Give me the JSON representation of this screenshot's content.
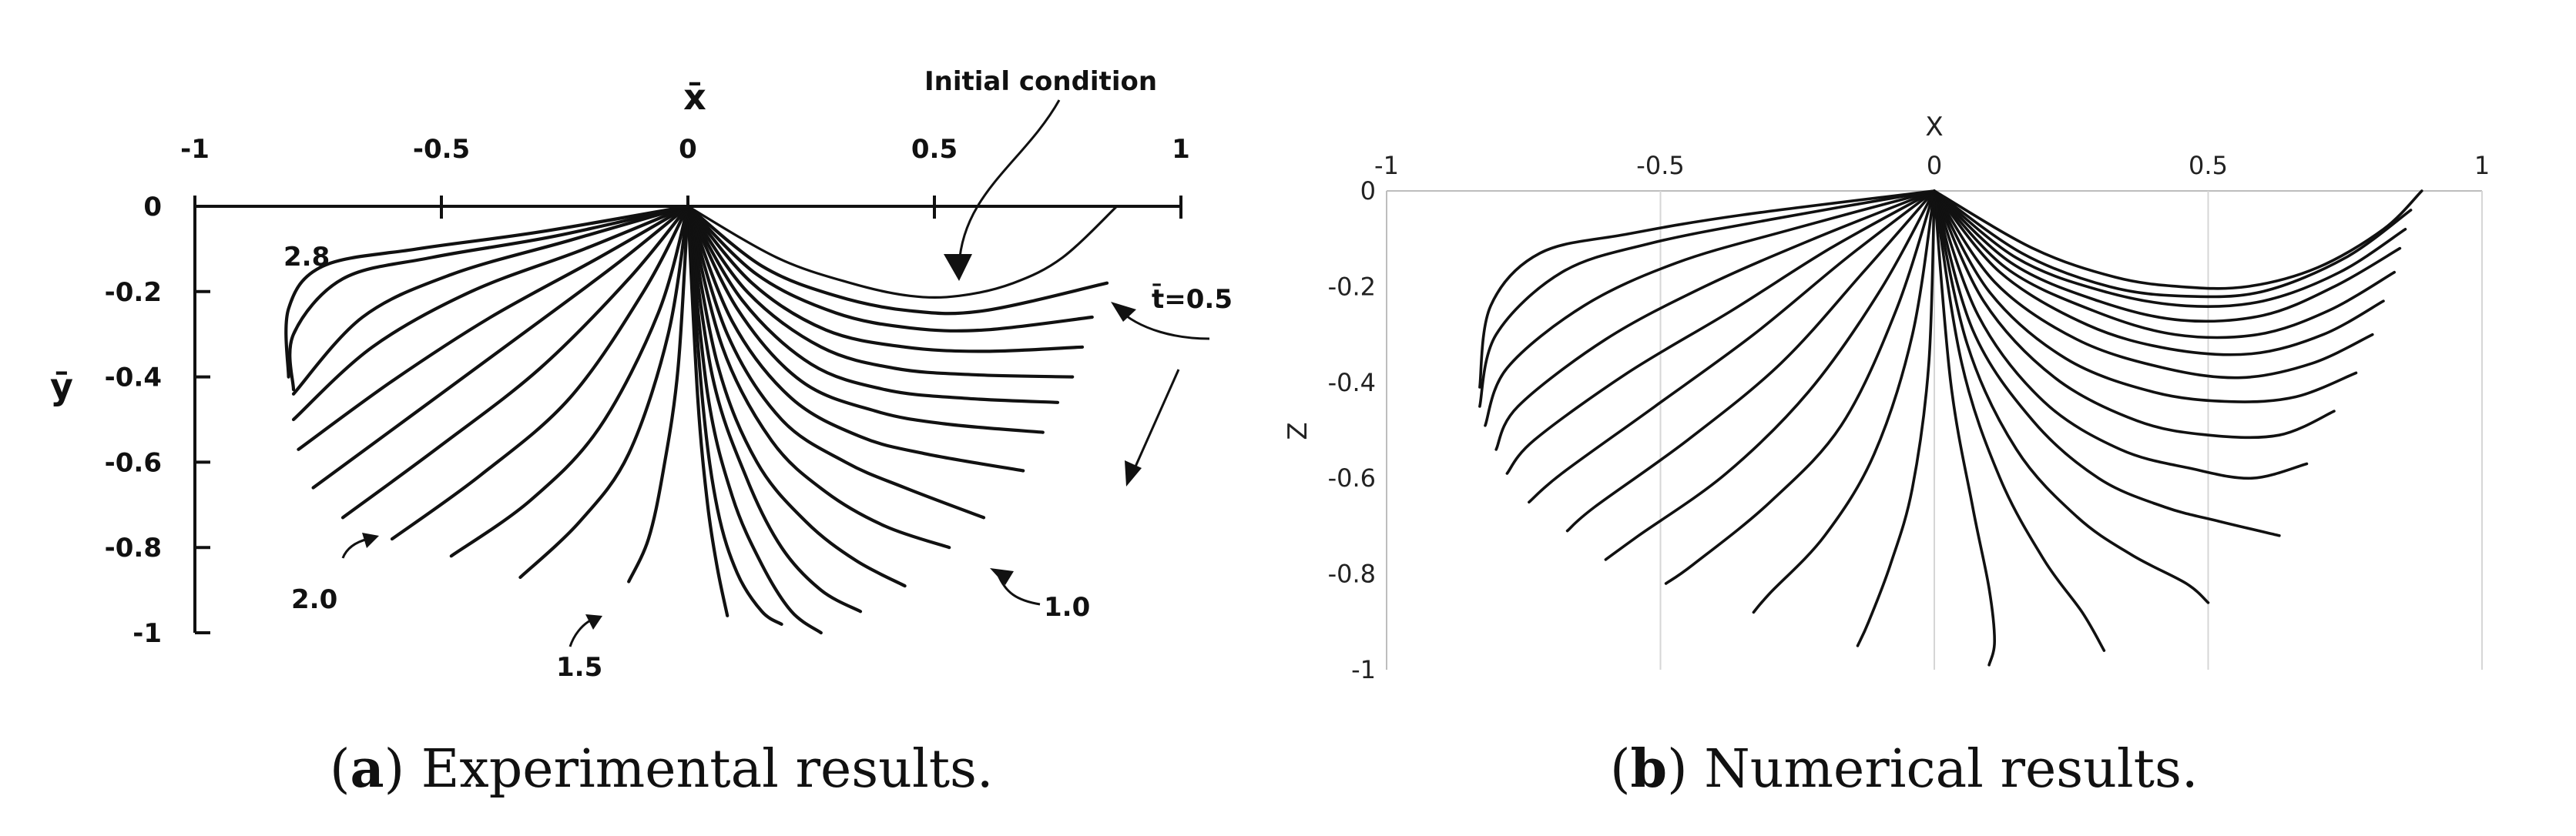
{
  "captions": {
    "a": {
      "tag": "a",
      "text": "Experimental results."
    },
    "b": {
      "tag": "b",
      "text": "Numerical results."
    }
  },
  "chart_data": [
    {
      "type": "line",
      "panel": "a",
      "xlabel": "x̄",
      "ylabel": "ȳ",
      "xlim": [
        -1,
        1
      ],
      "ylim": [
        -1,
        0
      ],
      "xticks": [
        "-1",
        "-0.5",
        "0",
        "0.5",
        "1"
      ],
      "yticks": [
        "0",
        "-0.2",
        "-0.4",
        "-0.6",
        "-0.8",
        "-1"
      ],
      "annotations": [
        "Initial condition",
        "t̄=0.5",
        "1.0",
        "1.5",
        "2.0",
        "2.8"
      ],
      "curves_desc": "Free-surface profiles fanning out from the origin; successive curves from t=0 (initial) to t=2.8",
      "curves": [
        {
          "x": [
            0,
            0.18,
            0.33,
            0.45,
            0.55,
            0.66,
            0.76,
            0.87
          ],
          "y": [
            0,
            -0.12,
            -0.18,
            -0.21,
            -0.21,
            -0.18,
            -0.12,
            0
          ]
        },
        {
          "x": [
            0,
            0.15,
            0.3,
            0.45,
            0.6,
            0.85
          ],
          "y": [
            0,
            -0.14,
            -0.21,
            -0.245,
            -0.245,
            -0.18
          ]
        },
        {
          "x": [
            0,
            0.14,
            0.3,
            0.45,
            0.6,
            0.82
          ],
          "y": [
            0,
            -0.16,
            -0.25,
            -0.285,
            -0.29,
            -0.26
          ]
        },
        {
          "x": [
            0,
            0.13,
            0.28,
            0.44,
            0.6,
            0.8
          ],
          "y": [
            0,
            -0.18,
            -0.29,
            -0.33,
            -0.34,
            -0.33
          ]
        },
        {
          "x": [
            0,
            0.12,
            0.27,
            0.42,
            0.58,
            0.78
          ],
          "y": [
            0,
            -0.2,
            -0.33,
            -0.38,
            -0.395,
            -0.4
          ]
        },
        {
          "x": [
            0,
            0.11,
            0.25,
            0.4,
            0.56,
            0.75
          ],
          "y": [
            0,
            -0.22,
            -0.37,
            -0.43,
            -0.45,
            -0.46
          ]
        },
        {
          "x": [
            0,
            0.1,
            0.23,
            0.38,
            0.52,
            0.72
          ],
          "y": [
            0,
            -0.24,
            -0.41,
            -0.48,
            -0.51,
            -0.53
          ]
        },
        {
          "x": [
            0,
            0.09,
            0.21,
            0.35,
            0.48,
            0.68
          ],
          "y": [
            0,
            -0.27,
            -0.45,
            -0.54,
            -0.58,
            -0.62
          ]
        },
        {
          "x": [
            0,
            0.08,
            0.19,
            0.32,
            0.44,
            0.6
          ],
          "y": [
            0,
            -0.3,
            -0.5,
            -0.6,
            -0.66,
            -0.73
          ]
        },
        {
          "x": [
            0,
            0.07,
            0.17,
            0.28,
            0.4,
            0.53
          ],
          "y": [
            0,
            -0.33,
            -0.55,
            -0.67,
            -0.75,
            -0.8
          ]
        },
        {
          "x": [
            0,
            0.06,
            0.14,
            0.24,
            0.34,
            0.44
          ],
          "y": [
            0,
            -0.37,
            -0.6,
            -0.74,
            -0.83,
            -0.89
          ]
        },
        {
          "x": [
            0,
            0.05,
            0.12,
            0.19,
            0.27,
            0.35
          ],
          "y": [
            0,
            -0.4,
            -0.64,
            -0.8,
            -0.9,
            -0.95
          ]
        },
        {
          "x": [
            0,
            0.04,
            0.09,
            0.15,
            0.21,
            0.27
          ],
          "y": [
            0,
            -0.44,
            -0.68,
            -0.84,
            -0.95,
            -1.0
          ]
        },
        {
          "x": [
            0,
            0.03,
            0.06,
            0.1,
            0.15,
            0.19
          ],
          "y": [
            0,
            -0.46,
            -0.71,
            -0.86,
            -0.95,
            -0.98
          ]
        },
        {
          "x": [
            0,
            0.02,
            0.04,
            0.06,
            0.08
          ],
          "y": [
            0,
            -0.45,
            -0.7,
            -0.85,
            -0.96
          ]
        },
        {
          "x": [
            0,
            -0.02,
            -0.05,
            -0.08,
            -0.12
          ],
          "y": [
            0,
            -0.38,
            -0.62,
            -0.78,
            -0.88
          ]
        },
        {
          "x": [
            0,
            -0.04,
            -0.12,
            -0.22,
            -0.34
          ],
          "y": [
            0,
            -0.3,
            -0.58,
            -0.74,
            -0.87
          ]
        },
        {
          "x": [
            0,
            -0.06,
            -0.18,
            -0.32,
            -0.48
          ],
          "y": [
            0,
            -0.25,
            -0.52,
            -0.69,
            -0.82
          ]
        },
        {
          "x": [
            0,
            -0.09,
            -0.24,
            -0.42,
            -0.6
          ],
          "y": [
            0,
            -0.2,
            -0.45,
            -0.63,
            -0.78
          ]
        },
        {
          "x": [
            0,
            -0.12,
            -0.3,
            -0.5,
            -0.7
          ],
          "y": [
            0,
            -0.17,
            -0.38,
            -0.56,
            -0.73
          ]
        },
        {
          "x": [
            0,
            -0.15,
            -0.36,
            -0.56,
            -0.76
          ],
          "y": [
            0,
            -0.14,
            -0.32,
            -0.49,
            -0.66
          ]
        },
        {
          "x": [
            0,
            -0.18,
            -0.4,
            -0.6,
            -0.79
          ],
          "y": [
            0,
            -0.12,
            -0.26,
            -0.41,
            -0.57
          ]
        },
        {
          "x": [
            0,
            -0.21,
            -0.44,
            -0.64,
            -0.8
          ],
          "y": [
            0,
            -0.1,
            -0.2,
            -0.33,
            -0.5
          ]
        },
        {
          "x": [
            0,
            -0.24,
            -0.48,
            -0.66,
            -0.8
          ],
          "y": [
            0,
            -0.08,
            -0.16,
            -0.26,
            -0.44
          ]
        },
        {
          "x": [
            0,
            -0.27,
            -0.52,
            -0.7,
            -0.8,
            -0.8
          ],
          "y": [
            0,
            -0.07,
            -0.12,
            -0.17,
            -0.3,
            -0.43
          ]
        },
        {
          "x": [
            0,
            -0.3,
            -0.55,
            -0.74,
            -0.81,
            -0.81
          ],
          "y": [
            0,
            -0.06,
            -0.1,
            -0.14,
            -0.24,
            -0.4
          ]
        }
      ]
    },
    {
      "type": "line",
      "panel": "b",
      "xlabel": "X",
      "ylabel": "Z",
      "xlim": [
        -1,
        1
      ],
      "ylim": [
        -1,
        0
      ],
      "xticks": [
        "-1",
        "-0.5",
        "0",
        "0.5",
        "1"
      ],
      "yticks": [
        "0",
        "-0.2",
        "-0.4",
        "-0.6",
        "-0.8",
        "-1"
      ],
      "grid": "vertical lines at x ticks",
      "curves": [
        {
          "x": [
            0,
            0.18,
            0.33,
            0.45,
            0.57,
            0.7,
            0.82,
            0.89
          ],
          "y": [
            0,
            -0.12,
            -0.18,
            -0.2,
            -0.2,
            -0.16,
            -0.08,
            0
          ]
        },
        {
          "x": [
            0,
            0.16,
            0.32,
            0.46,
            0.6,
            0.75,
            0.87
          ],
          "y": [
            0,
            -0.13,
            -0.2,
            -0.22,
            -0.21,
            -0.14,
            -0.04
          ]
        },
        {
          "x": [
            0,
            0.15,
            0.31,
            0.46,
            0.6,
            0.74,
            0.86
          ],
          "y": [
            0,
            -0.14,
            -0.21,
            -0.24,
            -0.23,
            -0.17,
            -0.08
          ]
        },
        {
          "x": [
            0,
            0.14,
            0.3,
            0.45,
            0.6,
            0.73,
            0.85
          ],
          "y": [
            0,
            -0.15,
            -0.23,
            -0.27,
            -0.26,
            -0.2,
            -0.12
          ]
        },
        {
          "x": [
            0,
            0.13,
            0.29,
            0.44,
            0.59,
            0.72,
            0.84
          ],
          "y": [
            0,
            -0.16,
            -0.25,
            -0.3,
            -0.3,
            -0.25,
            -0.17
          ]
        },
        {
          "x": [
            0,
            0.12,
            0.28,
            0.43,
            0.58,
            0.71,
            0.82
          ],
          "y": [
            0,
            -0.17,
            -0.28,
            -0.33,
            -0.34,
            -0.3,
            -0.23
          ]
        },
        {
          "x": [
            0,
            0.11,
            0.26,
            0.42,
            0.56,
            0.69,
            0.8
          ],
          "y": [
            0,
            -0.19,
            -0.31,
            -0.37,
            -0.39,
            -0.36,
            -0.3
          ]
        },
        {
          "x": [
            0,
            0.1,
            0.24,
            0.4,
            0.54,
            0.66,
            0.77
          ],
          "y": [
            0,
            -0.21,
            -0.35,
            -0.42,
            -0.44,
            -0.43,
            -0.38
          ]
        },
        {
          "x": [
            0,
            0.09,
            0.22,
            0.37,
            0.5,
            0.63,
            0.73
          ],
          "y": [
            0,
            -0.23,
            -0.39,
            -0.48,
            -0.51,
            -0.51,
            -0.46
          ]
        },
        {
          "x": [
            0,
            0.08,
            0.2,
            0.34,
            0.47,
            0.58,
            0.68
          ],
          "y": [
            0,
            -0.26,
            -0.44,
            -0.54,
            -0.58,
            -0.6,
            -0.57
          ]
        },
        {
          "x": [
            0,
            0.07,
            0.18,
            0.3,
            0.42,
            0.52,
            0.63
          ],
          "y": [
            0,
            -0.29,
            -0.48,
            -0.6,
            -0.66,
            -0.69,
            -0.72
          ]
        },
        {
          "x": [
            0,
            0.06,
            0.15,
            0.26,
            0.36,
            0.46,
            0.5
          ],
          "y": [
            0,
            -0.32,
            -0.54,
            -0.68,
            -0.76,
            -0.82,
            -0.86
          ]
        },
        {
          "x": [
            0,
            0.05,
            0.12,
            0.2,
            0.27,
            0.31
          ],
          "y": [
            0,
            -0.36,
            -0.6,
            -0.77,
            -0.88,
            -0.96
          ]
        },
        {
          "x": [
            0,
            0.03,
            0.07,
            0.1,
            0.11,
            0.1
          ],
          "y": [
            0,
            -0.4,
            -0.66,
            -0.83,
            -0.94,
            -0.99
          ]
        },
        {
          "x": [
            0,
            -0.01,
            -0.04,
            -0.08,
            -0.12,
            -0.14
          ],
          "y": [
            0,
            -0.36,
            -0.62,
            -0.78,
            -0.9,
            -0.95
          ]
        },
        {
          "x": [
            0,
            -0.04,
            -0.11,
            -0.2,
            -0.3,
            -0.33
          ],
          "y": [
            0,
            -0.3,
            -0.55,
            -0.72,
            -0.84,
            -0.88
          ]
        },
        {
          "x": [
            0,
            -0.07,
            -0.17,
            -0.3,
            -0.44,
            -0.49
          ],
          "y": [
            0,
            -0.25,
            -0.49,
            -0.65,
            -0.78,
            -0.82
          ]
        },
        {
          "x": [
            0,
            -0.1,
            -0.23,
            -0.38,
            -0.54,
            -0.6
          ],
          "y": [
            0,
            -0.21,
            -0.42,
            -0.59,
            -0.72,
            -0.77
          ]
        },
        {
          "x": [
            0,
            -0.13,
            -0.28,
            -0.45,
            -0.62,
            -0.67
          ],
          "y": [
            0,
            -0.17,
            -0.36,
            -0.52,
            -0.66,
            -0.71
          ]
        },
        {
          "x": [
            0,
            -0.16,
            -0.33,
            -0.51,
            -0.68,
            -0.74
          ],
          "y": [
            0,
            -0.14,
            -0.3,
            -0.45,
            -0.59,
            -0.65
          ]
        },
        {
          "x": [
            0,
            -0.19,
            -0.37,
            -0.56,
            -0.73,
            -0.78
          ],
          "y": [
            0,
            -0.12,
            -0.25,
            -0.38,
            -0.52,
            -0.59
          ]
        },
        {
          "x": [
            0,
            -0.22,
            -0.42,
            -0.6,
            -0.76,
            -0.8
          ],
          "y": [
            0,
            -0.1,
            -0.2,
            -0.31,
            -0.45,
            -0.54
          ]
        },
        {
          "x": [
            0,
            -0.26,
            -0.47,
            -0.64,
            -0.78,
            -0.82
          ],
          "y": [
            0,
            -0.08,
            -0.15,
            -0.24,
            -0.37,
            -0.49
          ]
        },
        {
          "x": [
            0,
            -0.3,
            -0.52,
            -0.68,
            -0.8,
            -0.83
          ],
          "y": [
            0,
            -0.06,
            -0.11,
            -0.17,
            -0.3,
            -0.45
          ]
        },
        {
          "x": [
            0,
            -0.35,
            -0.56,
            -0.72,
            -0.81,
            -0.83
          ],
          "y": [
            0,
            -0.05,
            -0.09,
            -0.13,
            -0.24,
            -0.41
          ]
        }
      ]
    }
  ]
}
